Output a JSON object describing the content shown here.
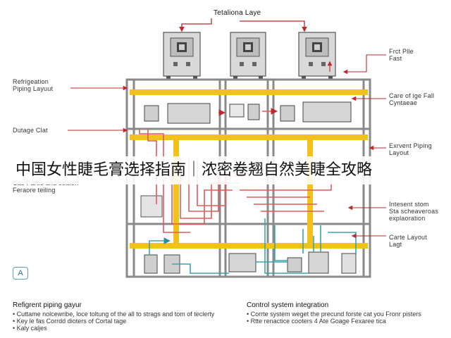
{
  "title": "Tetaliona Laye",
  "labels": {
    "left": [
      {
        "id": "refrigeration-piping-layout",
        "lines": [
          "Refrigeation",
          "Piping Layuut"
        ]
      },
      {
        "id": "dutage-clat",
        "lines": [
          "Dutage Clat"
        ]
      },
      {
        "id": "cail-partie",
        "lines": [
          "Cas Partie and otfalon",
          "Feraore teiling"
        ]
      }
    ],
    "right": [
      {
        "id": "frct-plle-fast",
        "lines": [
          "Frct Plle",
          "Fast"
        ]
      },
      {
        "id": "care-of-rge-fall",
        "lines": [
          "Care of ige Fall",
          "Cyntaeae"
        ]
      },
      {
        "id": "exrvent-piping-layout",
        "lines": [
          "Exrvent Piping",
          "Layout"
        ]
      },
      {
        "id": "intesent-stom",
        "lines": [
          "Intesent stom",
          "Sta scheaveroas",
          "explaoration"
        ]
      },
      {
        "id": "carte-layout-lagt",
        "lines": [
          "Carte Layout",
          "Lagt"
        ]
      }
    ]
  },
  "banner": "中国女性睫毛膏选择指南｜浓密卷翘自然美睫全攻略",
  "badge": "A",
  "footer": {
    "left": {
      "heading": "Refigrent piping gayur",
      "bullets": [
        "Cuttame nolcewribe, loce toltung of the all to strags and tom of teclerty",
        "Key le fas Corrdd dioters of Cortal tage",
        "Kaly caljes"
      ]
    },
    "right": {
      "heading": "Control system integration",
      "bullets": [
        "Corrte system weget the precund forste cat you Fronr pisters",
        "Rtte renactice cooters 4 Ate Goage Fexaree tica"
      ]
    }
  },
  "colors": {
    "frame": "#8a8a8a",
    "yellow": "#f2c21b",
    "refrigerant": "#e05a5a",
    "control": "#3aa3b0",
    "arrow": "#c0262b"
  }
}
